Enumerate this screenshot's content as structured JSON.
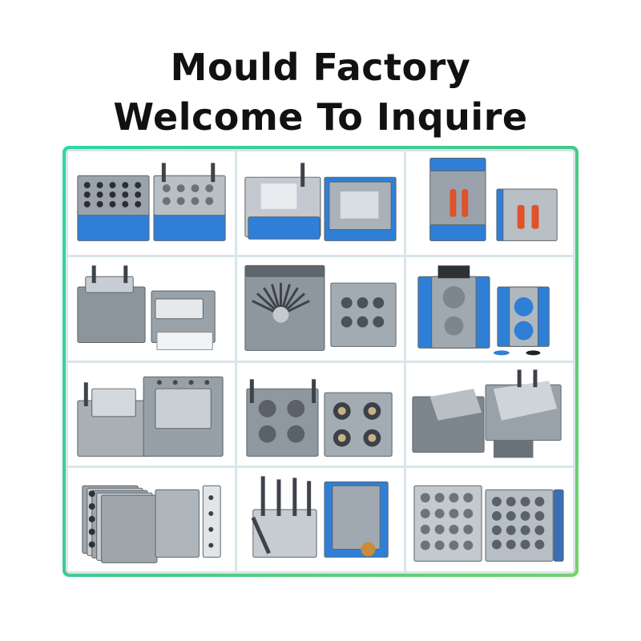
{
  "heading": {
    "line1_highlight": "Mould",
    "line1_rest": " Factory",
    "line2": "Welcome To Inquire"
  },
  "colors": {
    "frame_start": "#2fd6a4",
    "frame_end": "#72d36a",
    "highlight": "#3ed07a",
    "mould_blue": "#2f7fd6",
    "mould_steel": "#9aa3ab",
    "accent_orange": "#e0522a"
  },
  "gallery": {
    "items": [
      {
        "name": "mould-photo-1",
        "style": "blue-twin-grid"
      },
      {
        "name": "mould-photo-2",
        "style": "blue-twin-plate"
      },
      {
        "name": "mould-photo-3",
        "style": "blue-orange-slot"
      },
      {
        "name": "mould-photo-4",
        "style": "steel-block"
      },
      {
        "name": "mould-photo-5",
        "style": "steel-radial"
      },
      {
        "name": "mould-photo-6",
        "style": "blue-round-cavity"
      },
      {
        "name": "mould-photo-7",
        "style": "steel-large"
      },
      {
        "name": "mould-photo-8",
        "style": "steel-four-cavity"
      },
      {
        "name": "mould-photo-9",
        "style": "steel-slider"
      },
      {
        "name": "mould-photo-10",
        "style": "steel-hot-runner"
      },
      {
        "name": "mould-photo-11",
        "style": "blue-pins"
      },
      {
        "name": "mould-photo-12",
        "style": "steel-multi-cavity"
      }
    ]
  }
}
